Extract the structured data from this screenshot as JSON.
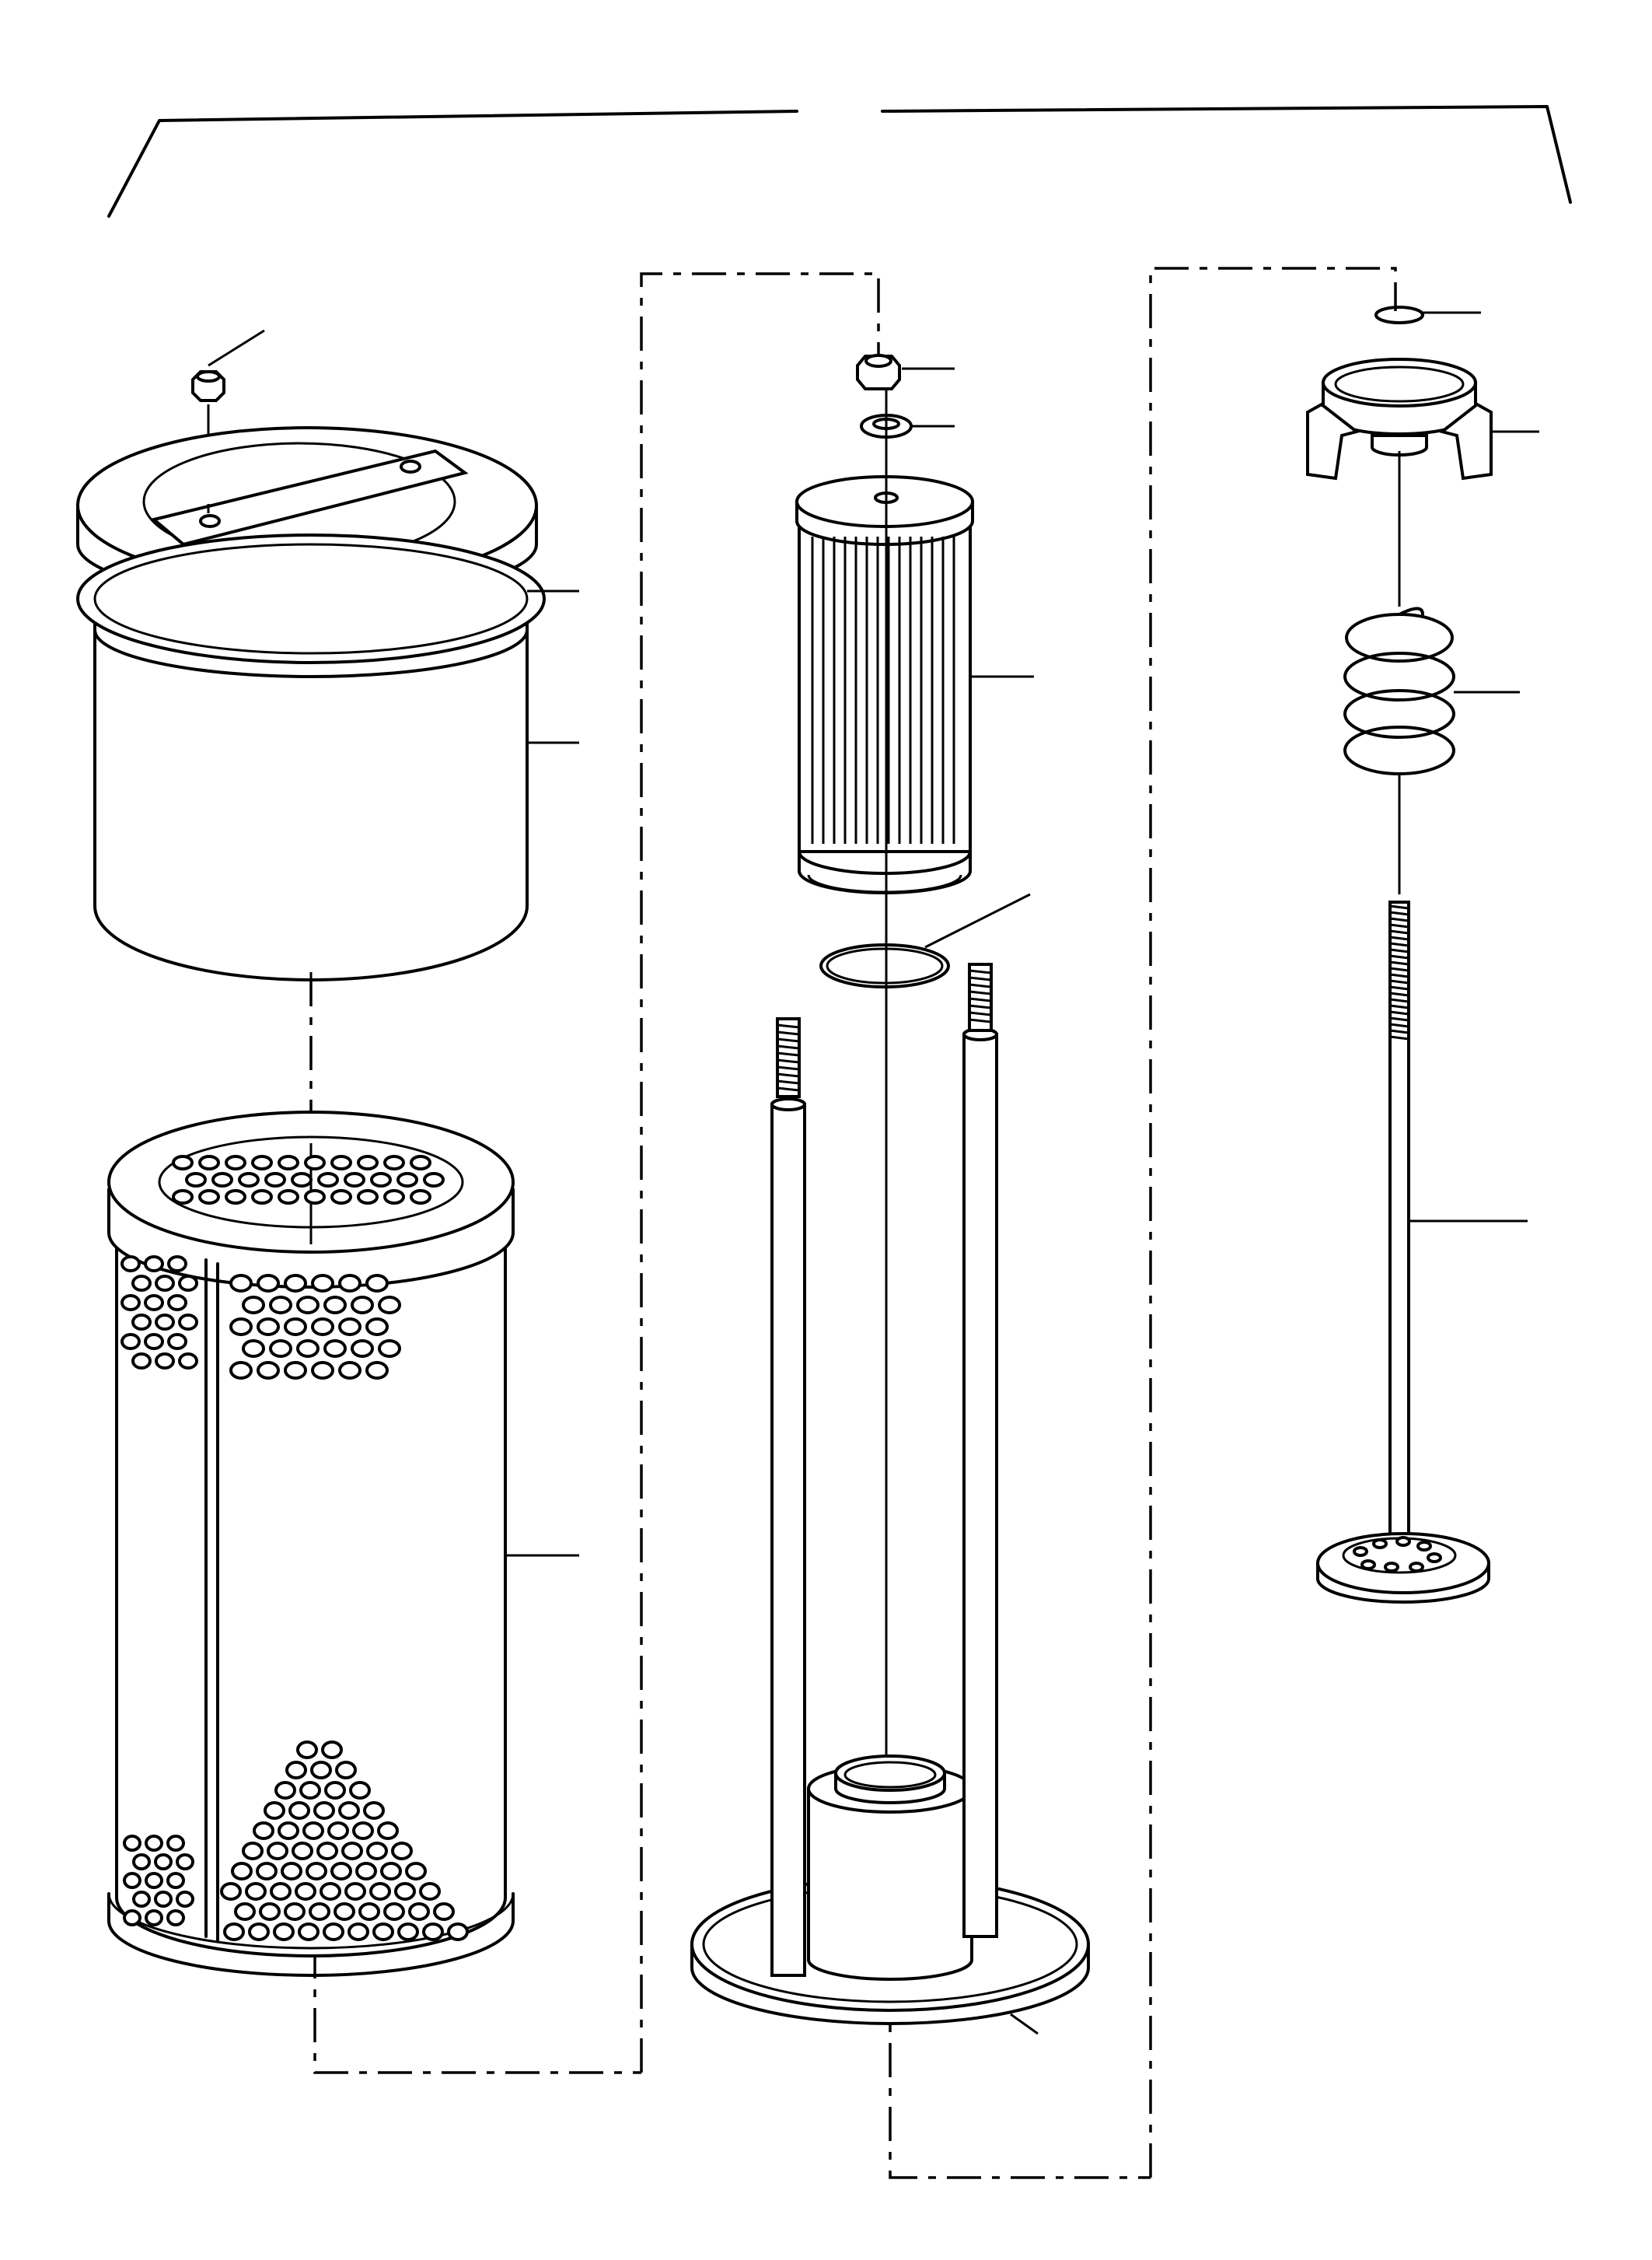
{
  "diagram": {
    "kind": "exploded-parts-illustration",
    "line_color": "#000000",
    "background": "#ffffff",
    "parts": [
      {
        "name": "nut-left",
        "icon": "hex-nut-icon"
      },
      {
        "name": "cover-plate",
        "icon": "cover-icon"
      },
      {
        "name": "outer-canister",
        "icon": "cylinder-icon"
      },
      {
        "name": "perforated-strainer",
        "icon": "perforated-cylinder-icon"
      },
      {
        "name": "nut-center",
        "icon": "hex-nut-icon"
      },
      {
        "name": "washer",
        "icon": "washer-icon"
      },
      {
        "name": "filter-element",
        "icon": "filter-cartridge-icon"
      },
      {
        "name": "o-ring",
        "icon": "o-ring-icon"
      },
      {
        "name": "base-plate-with-studs",
        "icon": "base-stand-icon"
      },
      {
        "name": "circlip",
        "icon": "snap-ring-icon"
      },
      {
        "name": "spring-retainer",
        "icon": "retainer-icon"
      },
      {
        "name": "spring",
        "icon": "coil-spring-icon"
      },
      {
        "name": "threaded-rod-valve",
        "icon": "threaded-rod-icon"
      }
    ]
  }
}
